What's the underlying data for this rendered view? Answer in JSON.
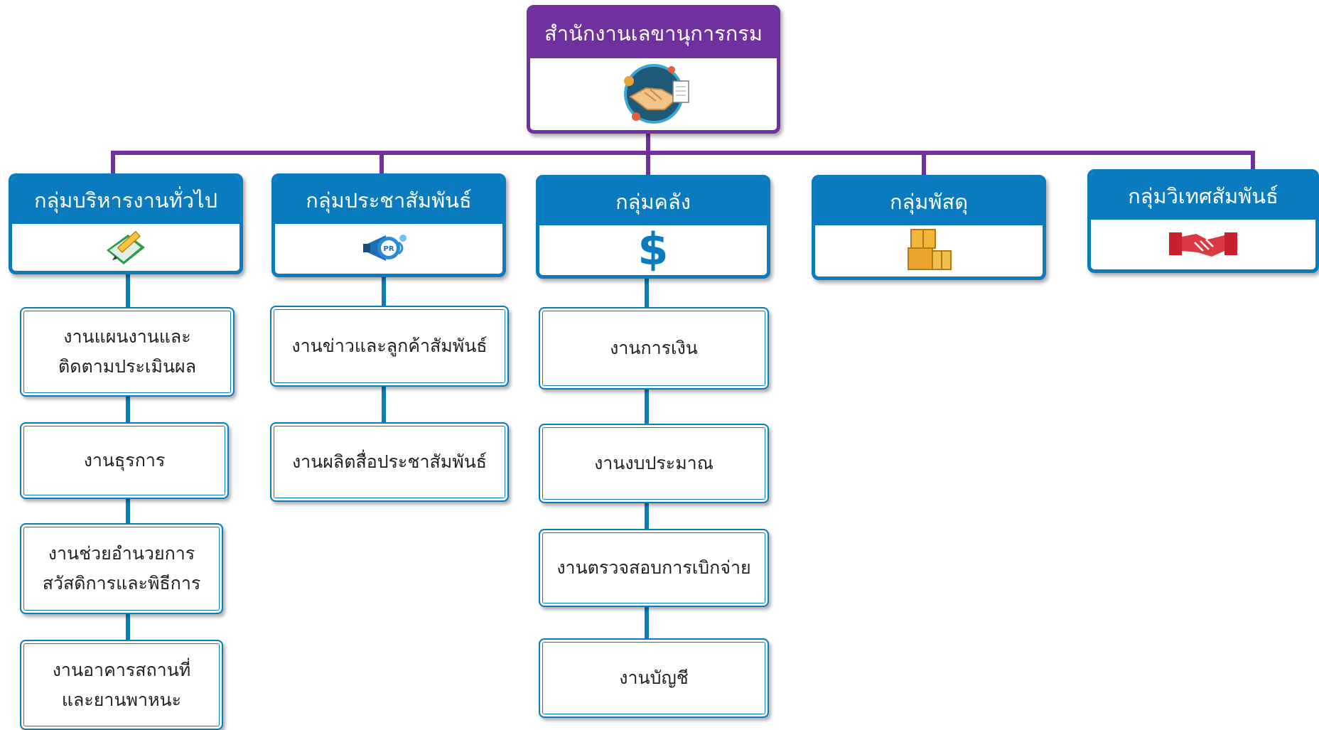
{
  "root": {
    "label": "สำนักงานเลขานุการกรม",
    "icon": "handshake-people-icon",
    "color": "#7030a0"
  },
  "accent": "#0b7bc0",
  "groups": [
    {
      "label": "กลุ่มบริหารงานทั่วไป",
      "icon": "pencil-book-icon",
      "tasks": [
        "งานแผนงานและ\nติดตามประเมินผล",
        "งานธุรการ",
        "งานช่วยอำนวยการ\nสวัสดิการและพิธีการ",
        "งานอาคารสถานที่\nและยานพาหนะ"
      ]
    },
    {
      "label": "กลุ่มประชาสัมพันธ์",
      "icon": "pr-megaphone-icon",
      "tasks": [
        "งานข่าวและลูกค้าสัมพันธ์",
        "งานผลิตสื่อประชาสัมพันธ์"
      ]
    },
    {
      "label": "กลุ่มคลัง",
      "icon": "dollar-icon",
      "symbol": "$",
      "tasks": [
        "งานการเงิน",
        "งานงบประมาณ",
        "งานตรวจสอบการเบิกจ่าย",
        "งานบัญชี"
      ]
    },
    {
      "label": "กลุ่มพัสดุ",
      "icon": "boxes-icon",
      "tasks": []
    },
    {
      "label": "กลุ่มวิเทศสัมพันธ์",
      "icon": "handshake-icon",
      "tasks": []
    }
  ]
}
